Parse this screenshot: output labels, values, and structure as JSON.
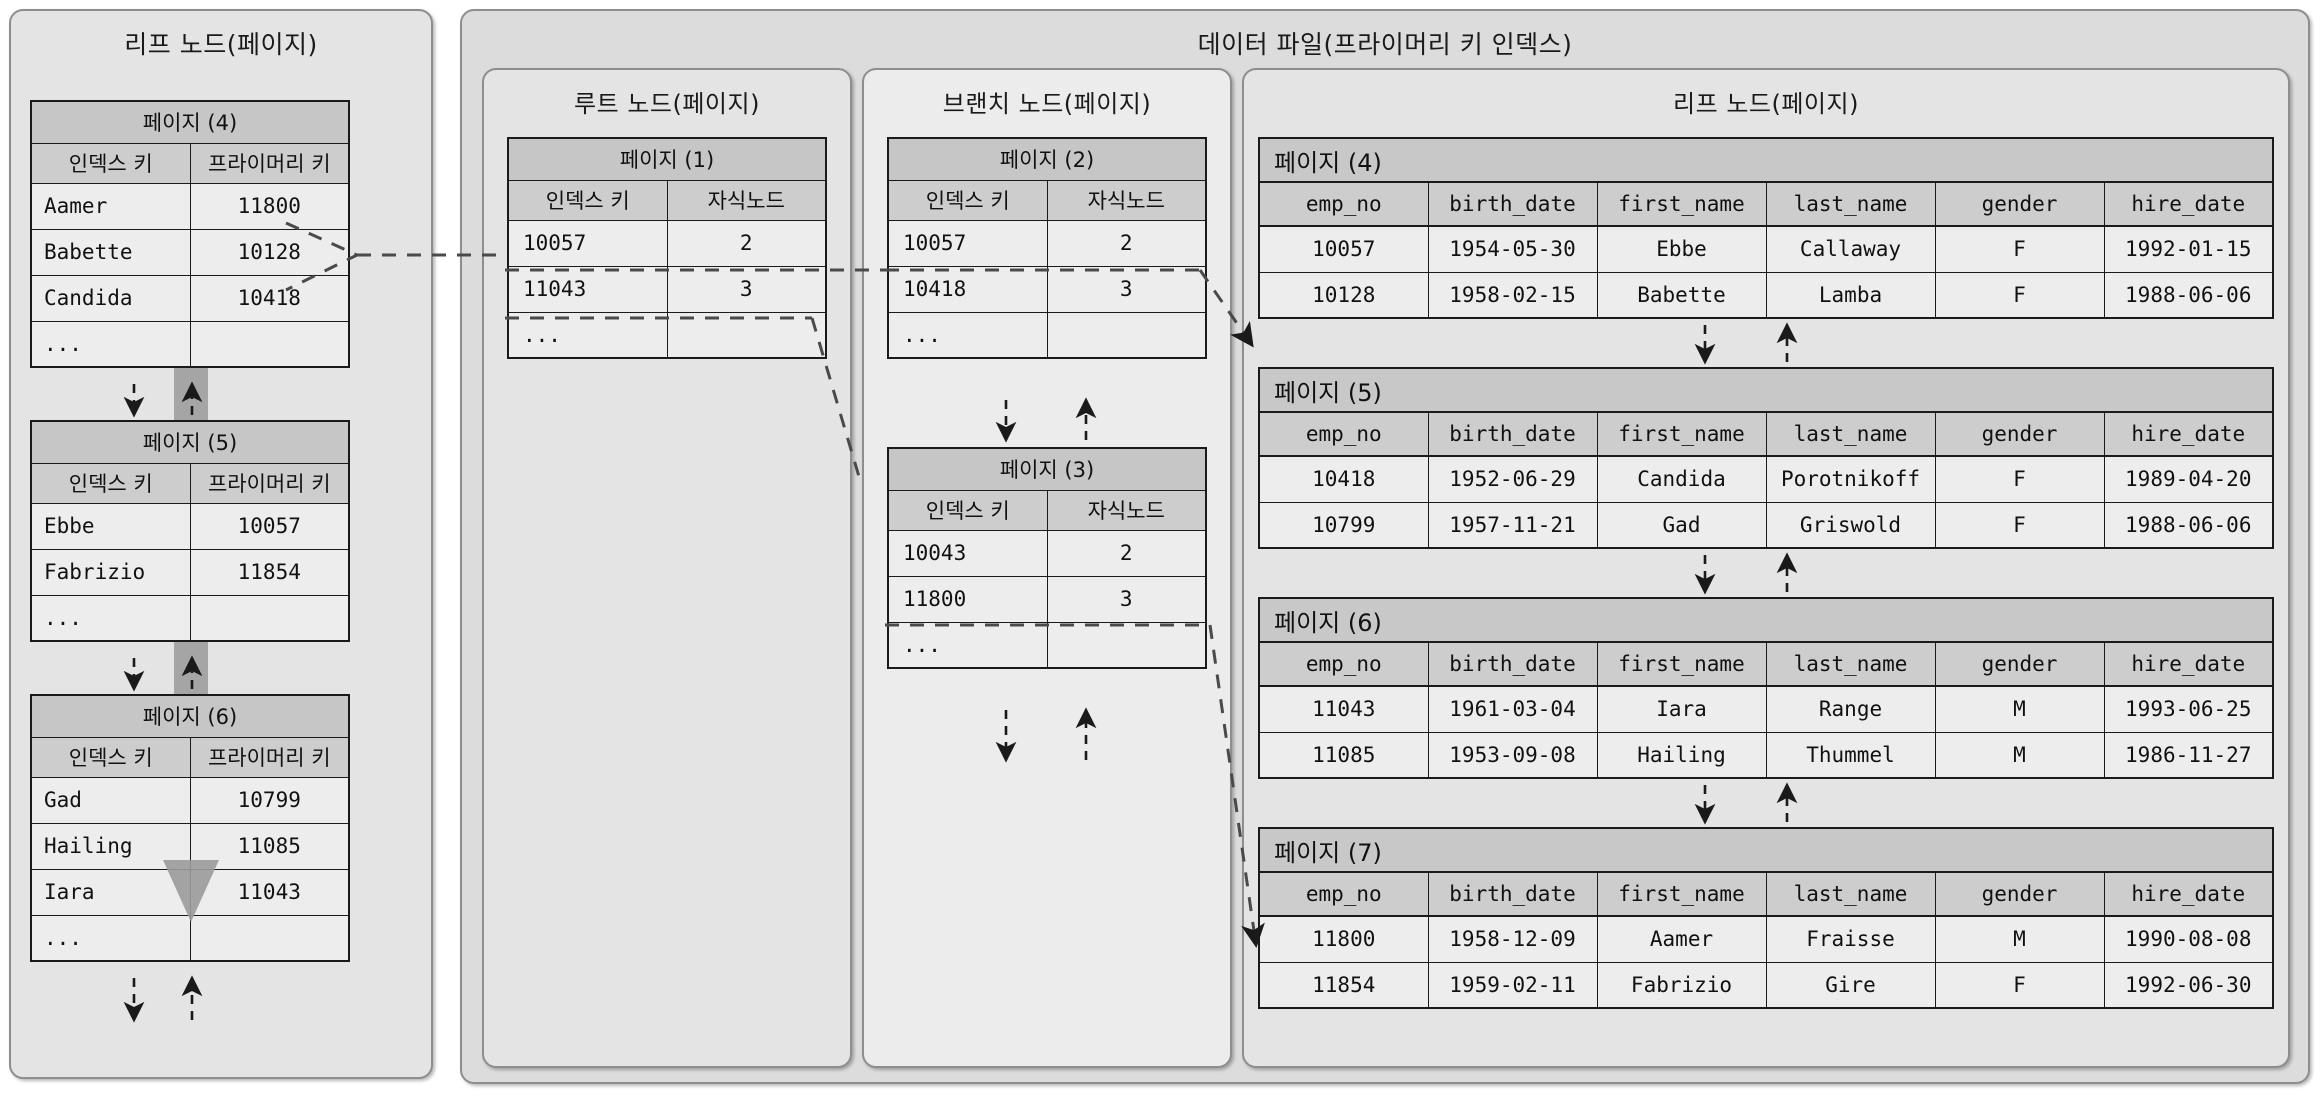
{
  "panels": {
    "secondary_index": {
      "title": "리프 노드(페이지)"
    },
    "data_file": {
      "title": "데이터 파일(프라이머리 키 인덱스)"
    },
    "root_node": {
      "title": "루트 노드(페이지)"
    },
    "branch_node": {
      "title": "브랜치 노드(페이지)"
    },
    "leaf_node": {
      "title": "리프 노드(페이지)"
    }
  },
  "index_headers": {
    "index_key": "인덱스 키",
    "primary_key": "프라이머리 키",
    "child_node": "자식노드"
  },
  "ellipsis": "...",
  "secondary_pages": [
    {
      "title": "페이지 (4)",
      "rows": [
        {
          "key": "Aamer",
          "value": "11800"
        },
        {
          "key": "Babette",
          "value": "10128"
        },
        {
          "key": "Candida",
          "value": "10418"
        },
        {
          "key": "...",
          "value": ""
        }
      ]
    },
    {
      "title": "페이지 (5)",
      "rows": [
        {
          "key": "Ebbe",
          "value": "10057"
        },
        {
          "key": "Fabrizio",
          "value": "11854"
        },
        {
          "key": "...",
          "value": ""
        }
      ]
    },
    {
      "title": "페이지 (6)",
      "rows": [
        {
          "key": "Gad",
          "value": "10799"
        },
        {
          "key": "Hailing",
          "value": "11085"
        },
        {
          "key": "Iara",
          "value": "11043"
        },
        {
          "key": "...",
          "value": ""
        }
      ]
    }
  ],
  "root_page": {
    "title": "페이지 (1)",
    "rows": [
      {
        "key": "10057",
        "value": "2"
      },
      {
        "key": "11043",
        "value": "3"
      },
      {
        "key": "...",
        "value": ""
      }
    ]
  },
  "branch_pages": [
    {
      "title": "페이지 (2)",
      "rows": [
        {
          "key": "10057",
          "value": "2"
        },
        {
          "key": "10418",
          "value": "3"
        },
        {
          "key": "...",
          "value": ""
        }
      ]
    },
    {
      "title": "페이지 (3)",
      "rows": [
        {
          "key": "10043",
          "value": "2"
        },
        {
          "key": "11800",
          "value": "3"
        },
        {
          "key": "...",
          "value": ""
        }
      ]
    }
  ],
  "record_columns": [
    "emp_no",
    "birth_date",
    "first_name",
    "last_name",
    "gender",
    "hire_date"
  ],
  "leaf_pages": [
    {
      "title": "페이지 (4)",
      "rows": [
        [
          "10057",
          "1954-05-30",
          "Ebbe",
          "Callaway",
          "F",
          "1992-01-15"
        ],
        [
          "10128",
          "1958-02-15",
          "Babette",
          "Lamba",
          "F",
          "1988-06-06"
        ]
      ]
    },
    {
      "title": "페이지 (5)",
      "rows": [
        [
          "10418",
          "1952-06-29",
          "Candida",
          "Porotnikoff",
          "F",
          "1989-04-20"
        ],
        [
          "10799",
          "1957-11-21",
          "Gad",
          "Griswold",
          "F",
          "1988-06-06"
        ]
      ]
    },
    {
      "title": "페이지 (6)",
      "rows": [
        [
          "11043",
          "1961-03-04",
          "Iara",
          "Range",
          "M",
          "1993-06-25"
        ],
        [
          "11085",
          "1953-09-08",
          "Hailing",
          "Thummel",
          "M",
          "1986-11-27"
        ]
      ]
    },
    {
      "title": "페이지 (7)",
      "rows": [
        [
          "11800",
          "1958-12-09",
          "Aamer",
          "Fraisse",
          "M",
          "1990-08-08"
        ],
        [
          "11854",
          "1959-02-11",
          "Fabrizio",
          "Gire",
          "F",
          "1992-06-30"
        ]
      ]
    }
  ],
  "colors": {
    "panel_border": "#8e8e8e",
    "panel_fill": "#dcdcdc",
    "table_border": "#1a1a1a",
    "header_fill": "#c6c6c6",
    "cell_fill": "#ededed",
    "pointer_gray": "#9a9a9a"
  }
}
